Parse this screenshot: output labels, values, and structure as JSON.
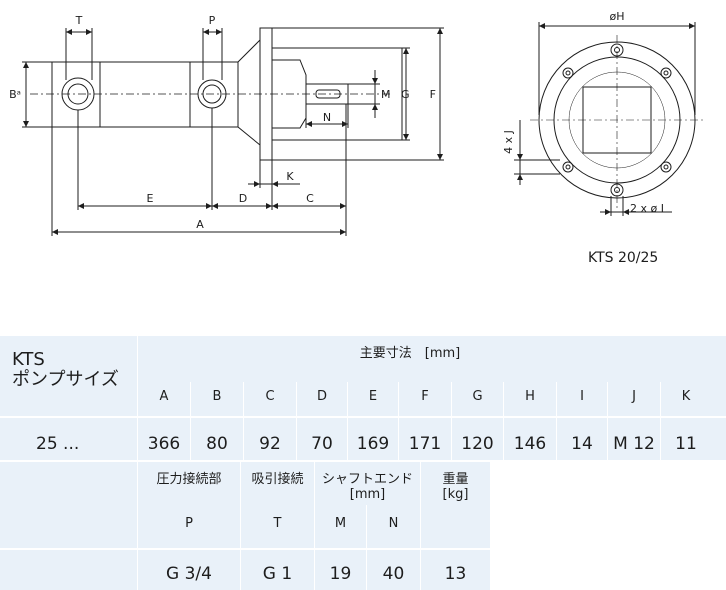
{
  "drawing": {
    "labels": {
      "T": "T",
      "P": "P",
      "B": "Bᵃ",
      "M": "M",
      "G": "G",
      "F": "F",
      "N": "N",
      "K": "K",
      "E": "E",
      "D": "D",
      "C": "C",
      "A": "A",
      "H": "øH",
      "J": "4 x J",
      "I": "2 x ø I"
    },
    "model": "KTS 20/25"
  },
  "table1": {
    "row_title_line1": "KTS",
    "row_title_line2": "ポンプサイズ",
    "group_header": "主要寸法　[mm]",
    "columns": [
      "A",
      "B",
      "C",
      "D",
      "E",
      "F",
      "G",
      "H",
      "I",
      "J",
      "K"
    ],
    "row_label": "25 ...",
    "values": [
      "366",
      "80",
      "92",
      "70",
      "169",
      "171",
      "120",
      "146",
      "14",
      "M 12",
      "11"
    ]
  },
  "table2": {
    "h1": "圧力接続部",
    "h2": "吸引接続",
    "h3a": "シャフトエンド",
    "h3b": "[mm]",
    "h4a": "重量",
    "h4b": "[kg]",
    "sub": [
      "P",
      "T",
      "M",
      "N"
    ],
    "values": [
      "G 3/4",
      "G 1",
      "19",
      "40",
      "13"
    ]
  }
}
